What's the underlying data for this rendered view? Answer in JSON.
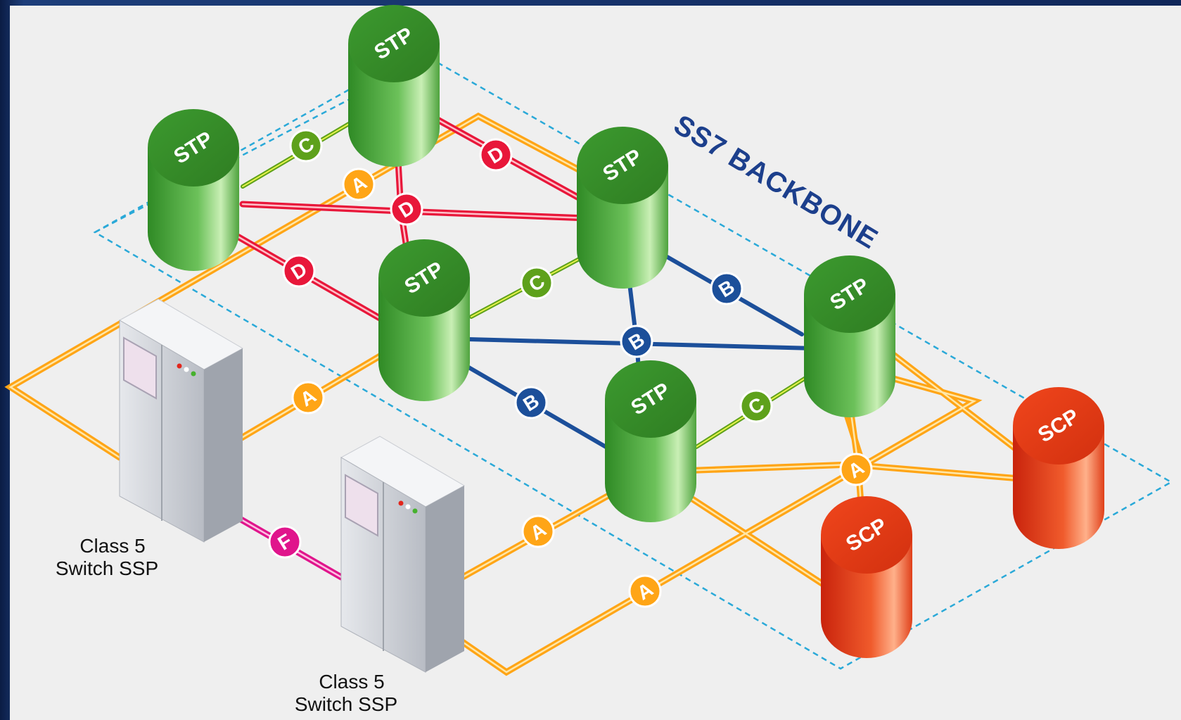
{
  "diagram": {
    "backbone_label": "SS7 BACKBONE",
    "colors": {
      "link_A": "#ffa516",
      "link_B": "#1c4f9a",
      "link_C": "#5ea11b",
      "link_D": "#e8173a",
      "link_F": "#e0158c",
      "stp": "#4aa33a",
      "scp": "#e83d18",
      "boundary": "#2aa9d8"
    },
    "nodes": [
      {
        "id": "stp1",
        "type": "STP",
        "label": "STP"
      },
      {
        "id": "stp2",
        "type": "STP",
        "label": "STP"
      },
      {
        "id": "stp3",
        "type": "STP",
        "label": "STP"
      },
      {
        "id": "stp4",
        "type": "STP",
        "label": "STP"
      },
      {
        "id": "stp5",
        "type": "STP",
        "label": "STP"
      },
      {
        "id": "stp6",
        "type": "STP",
        "label": "STP"
      },
      {
        "id": "scp1",
        "type": "SCP",
        "label": "SCP"
      },
      {
        "id": "scp2",
        "type": "SCP",
        "label": "SCP"
      },
      {
        "id": "ssp1",
        "type": "SSP",
        "caption": [
          "Class 5",
          "Switch SSP"
        ]
      },
      {
        "id": "ssp2",
        "type": "SSP",
        "caption": [
          "Class 5",
          "Switch SSP"
        ]
      }
    ],
    "link_badges": [
      "C",
      "D",
      "A",
      "D",
      "D",
      "C",
      "B",
      "B",
      "A",
      "B",
      "C",
      "A",
      "A",
      "A",
      "F"
    ]
  }
}
